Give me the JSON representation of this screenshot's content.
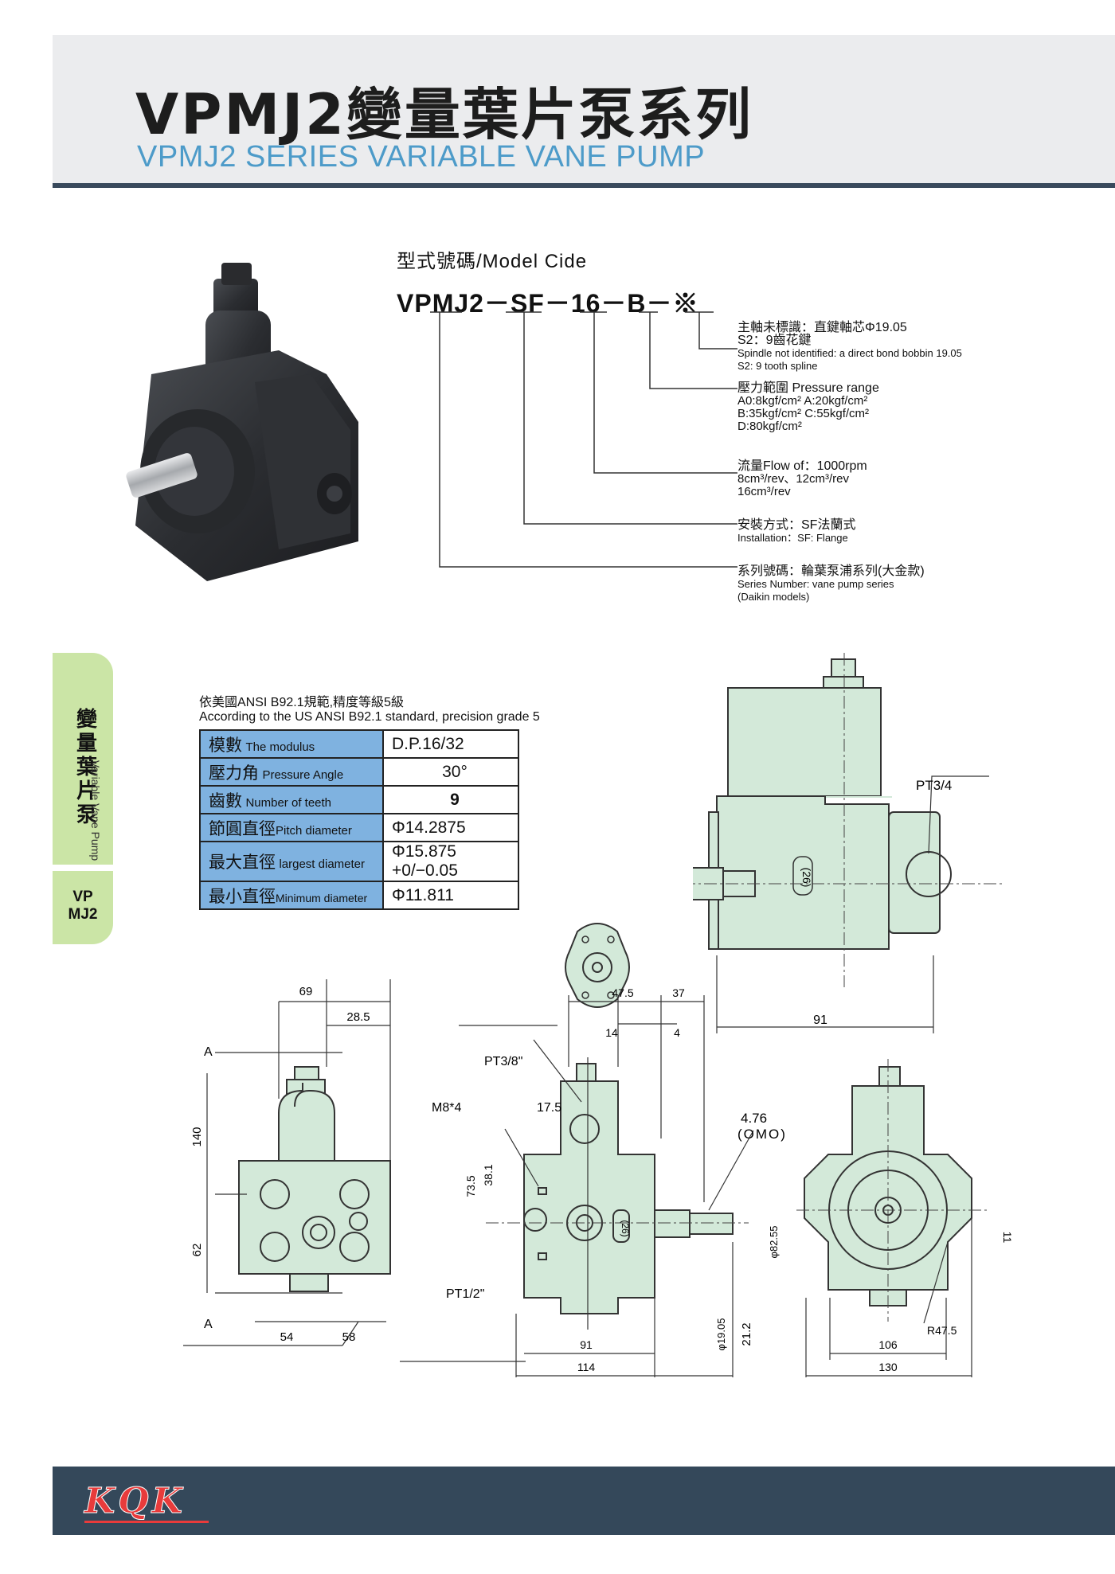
{
  "header": {
    "title_cn": "VPMJ2變量葉片泵系列",
    "title_en": "VPMJ2 SERIES VARIABLE VANE PUMP"
  },
  "side_tab": {
    "label_cn": "變量葉片泵",
    "label_en": "Variable Vane Pump",
    "code_line1": "VP",
    "code_line2": "MJ2"
  },
  "model": {
    "heading": "型式號碼/Model Cide",
    "code": "VPMJ2－SF－16－B－※",
    "descriptions": [
      {
        "lines": [
          "主軸未標識：直鍵軸芯Φ19.05",
          "S2：9齒花鍵",
          "Spindle not identified: a direct bond bobbin 19.05",
          "S2: 9 tooth spline"
        ]
      },
      {
        "lines": [
          "壓力範圍 Pressure range",
          "A0:8kgf/cm²   A:20kgf/cm²",
          "B:35kgf/cm²   C:55kgf/cm²",
          "D:80kgf/cm²"
        ]
      },
      {
        "lines": [
          "流量Flow of：1000rpm",
          "8cm³/rev、12cm³/rev",
          "16cm³/rev"
        ]
      },
      {
        "lines": [
          "安裝方式：SF法蘭式",
          "Installation：SF: Flange"
        ]
      },
      {
        "lines": [
          "系列號碼：輪葉泵浦系列(大金款)",
          "Series Number: vane pump series",
          "(Daikin models)"
        ]
      }
    ]
  },
  "spline_table": {
    "caption_cn": "依美國ANSI B92.1規範,精度等級5級",
    "caption_en": "According to the US ANSI B92.1 standard, precision grade 5",
    "rows": [
      {
        "label_cn": "模數",
        "label_en": "The modulus",
        "value": "D.P.16/32"
      },
      {
        "label_cn": "壓力角",
        "label_en": "Pressure Angle",
        "value": "30°"
      },
      {
        "label_cn": "齒數",
        "label_en": "Number of teeth",
        "value": "9"
      },
      {
        "label_cn": "節圓直徑",
        "label_en": "Pitch diameter",
        "value": "Φ14.2875"
      },
      {
        "label_cn": "最大直徑",
        "label_en": "largest diameter",
        "value": "Φ15.875 +0/−0.05"
      },
      {
        "label_cn": "最小直徑",
        "label_en": "Minimum diameter",
        "value": "Φ11.811"
      }
    ]
  },
  "drawing": {
    "labels": {
      "pt34": "PT3/4",
      "d26": "(26)",
      "d91_top": "91",
      "d69": "69",
      "d28": "28.5",
      "d140": "140",
      "d62": "62",
      "d54": "54",
      "d58": "58",
      "sectionA": "A",
      "d475": "47.5",
      "d37": "37",
      "d14": "14",
      "d4": "4",
      "pt38": "PT3/8\"",
      "m8": "M8*4",
      "d175": "17.5",
      "d735": "73.5",
      "d381": "38.1",
      "pt12": "PT1/2\"",
      "d91_front": "91",
      "d114": "114",
      "key": "4.76",
      "omo": "(OMO)",
      "d82": "φ82.55",
      "d19": "φ19.05",
      "d212": "21.2",
      "d11": "11",
      "r475": "R47.5",
      "d106": "106",
      "d130": "130"
    }
  },
  "footer": {
    "brand": "KQK"
  },
  "colors": {
    "header_band": "#ebecee",
    "header_rule": "#394a5c",
    "title_en": "#4d9bc9",
    "side_tab": "#cbe5a6",
    "table_label": "#7fb2e0",
    "drawing_fill": "#d3e9d9",
    "footer": "#34485a",
    "brand": "#e83b3b"
  }
}
